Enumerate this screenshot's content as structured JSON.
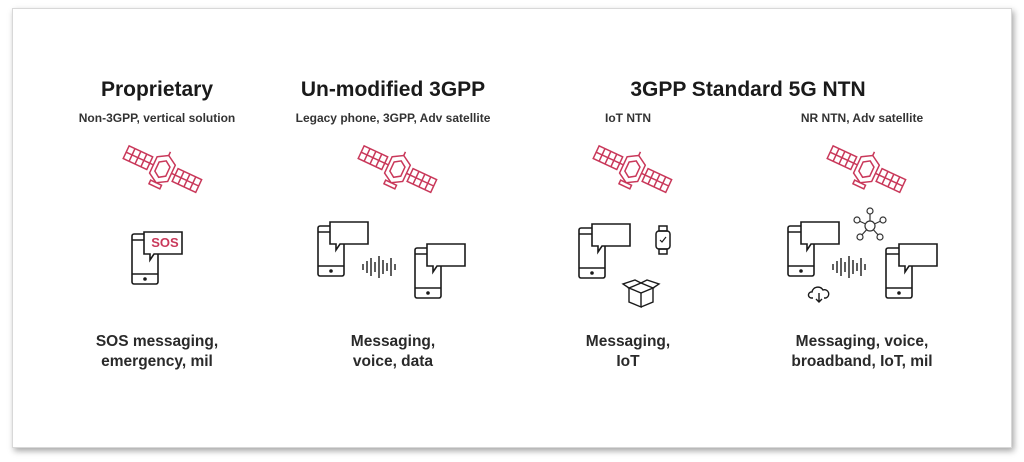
{
  "categories": [
    {
      "title": "Proprietary",
      "subtitle": "Non-3GPP, vertical solution",
      "use_line1": "SOS messaging,",
      "use_line2": "emergency, mil",
      "badge": "SOS"
    },
    {
      "title": "Un-modified 3GPP",
      "subtitle": "Legacy phone, 3GPP, Adv satellite",
      "use_line1": "Messaging,",
      "use_line2": "voice, data"
    },
    {
      "subtitle": "IoT NTN",
      "use_line1": "Messaging,",
      "use_line2": "IoT"
    },
    {
      "subtitle": "NR NTN, Adv satellite",
      "use_line1": "Messaging, voice,",
      "use_line2": "broadband, IoT, mil"
    }
  ],
  "group_title": "3GPP Standard 5G NTN",
  "colors": {
    "accent": "#c9385a",
    "ink": "#1a1a1a"
  }
}
